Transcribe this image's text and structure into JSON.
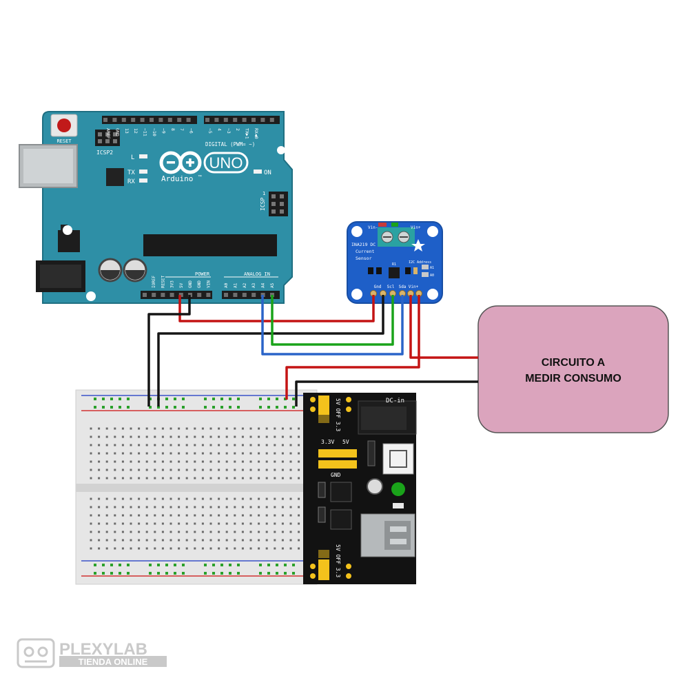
{
  "arduino": {
    "reset_label": "RESET",
    "icsp2_label": "ICSP2",
    "icsp_label": "ICSP",
    "logo_uno": "UNO",
    "logo_brand": "Arduino",
    "tm": "™",
    "led_l": "L",
    "led_tx": "TX",
    "led_rx": "RX",
    "led_on": "ON",
    "digital_label": "DIGITAL (PWM= ~)",
    "power_label": "POWER",
    "analog_label": "ANALOG IN",
    "icsp_pin1": "1",
    "top_pins": [
      "AREF",
      "GND",
      "13",
      "12",
      "~11",
      "~10",
      "~9",
      "8",
      "7",
      "~6",
      "~5",
      "4",
      "~3",
      "2",
      "TX▶1",
      "RX◀0"
    ],
    "power_pins": [
      "IOREF",
      "RESET",
      "3V3",
      "5V",
      "GND",
      "GND",
      "VIN"
    ],
    "analog_pins": [
      "A0",
      "A1",
      "A2",
      "A3",
      "A4",
      "A5"
    ]
  },
  "sensor": {
    "title_line1": "INA219 DC",
    "title_line2": "Current",
    "title_line3": "Sensor",
    "vin_minus": "Vin-",
    "vin_plus": "Vin+",
    "r_label": "R1",
    "addr_label": "I2C Address",
    "a0": "A0",
    "a1": "A1",
    "pin_labels": [
      "Gnd",
      "Scl",
      "Sda",
      "Vin+"
    ]
  },
  "circuit_box": {
    "line1": "CIRCUITO A",
    "line2": "MEDIR CONSUMO"
  },
  "power_module": {
    "dc_in": "DC-in",
    "v33": "3.3V",
    "v5": "5V",
    "gnd": "GND",
    "top_jumper": "5V OFF 3.3",
    "bottom_jumper": "5V OFF 3.3"
  },
  "watermark": {
    "brand": "PLEXYLAB",
    "sub": "TIENDA ONLINE"
  },
  "colors": {
    "arduino_blue": "#2e8fa6",
    "sensor_blue": "#1e5fc8",
    "box_pink": "#dba4bd",
    "wire_red": "#c41414",
    "wire_black": "#151515",
    "wire_green": "#1aa31a",
    "wire_blue": "#2a64c8",
    "module_black": "#121212",
    "jumper_yellow": "#f3c21c"
  }
}
